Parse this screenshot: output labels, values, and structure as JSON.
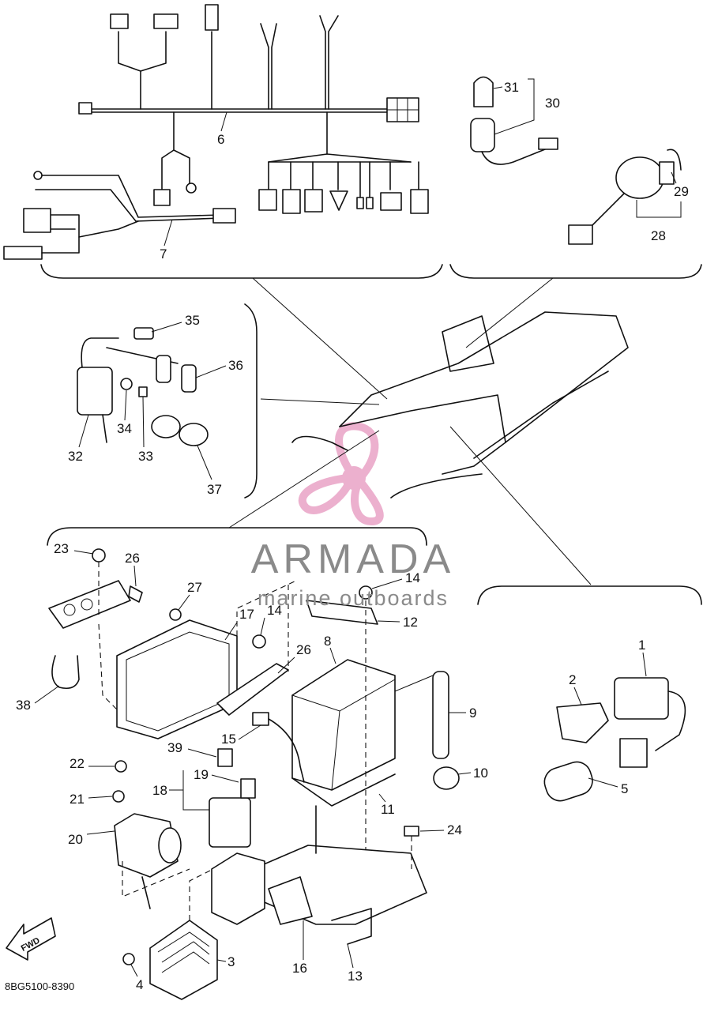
{
  "diagram": {
    "drawing_code": "8BG5100-8390",
    "direction_arrow_text": "FWD",
    "part_numbers": [
      "1",
      "2",
      "3",
      "4",
      "5",
      "6",
      "7",
      "8",
      "9",
      "10",
      "11",
      "12",
      "13",
      "14",
      "15",
      "16",
      "17",
      "18",
      "19",
      "20",
      "21",
      "22",
      "23",
      "24",
      "26",
      "27",
      "28",
      "29",
      "30",
      "31",
      "32",
      "33",
      "34",
      "35",
      "36",
      "37",
      "38",
      "39"
    ]
  },
  "watermark": {
    "brand": "ARMADA",
    "tagline": "marine outboards",
    "logo_color": "#e9a3c6",
    "text_color": "#8a8a8a"
  }
}
